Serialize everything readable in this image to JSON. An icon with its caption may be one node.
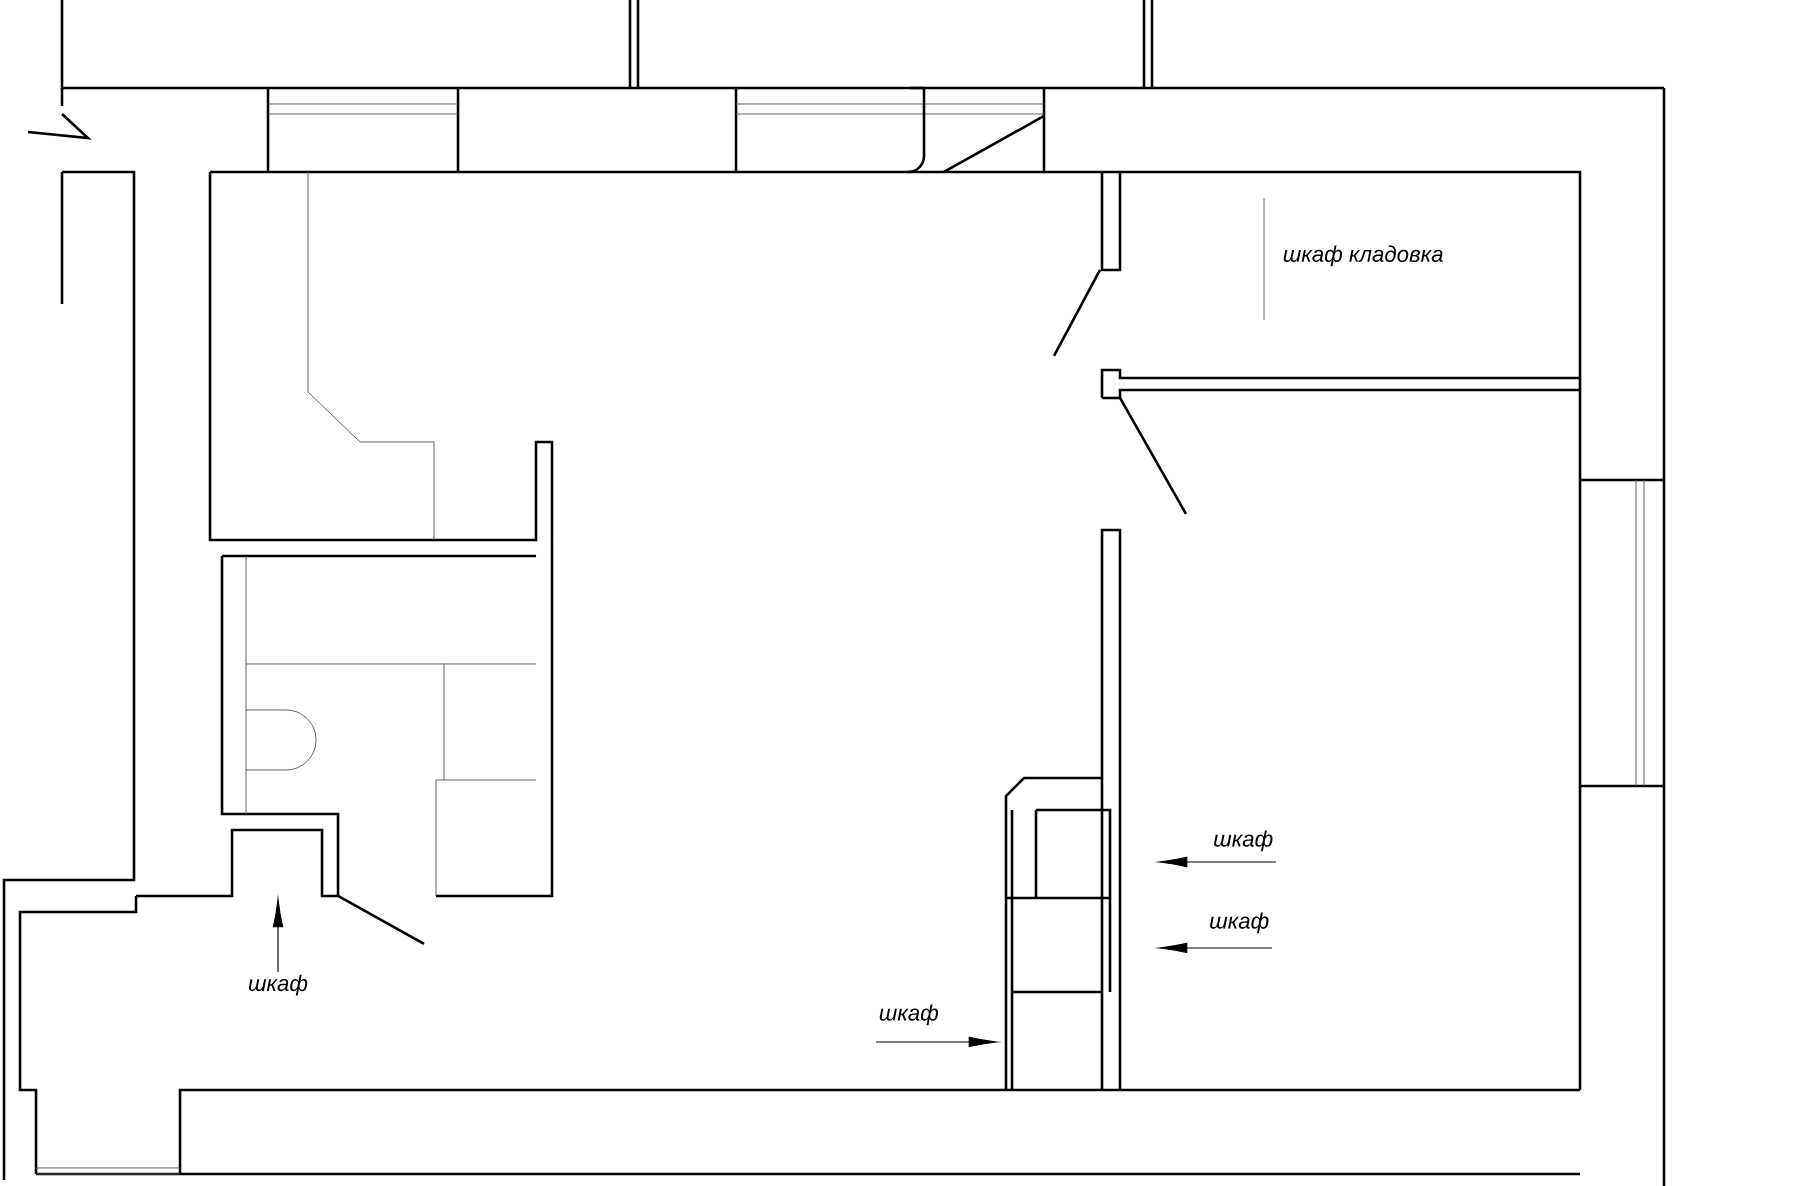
{
  "diagram": {
    "nodes": [
      {
        "text": [
          "шкаф"
        ]
      },
      {
        "text": [
          "шкаф"
        ]
      },
      {
        "text": [
          "шкаф"
        ]
      },
      {
        "text": [
          "шкаф"
        ]
      }
    ],
    "edges": [
      {
        "from": 0,
        "to": null,
        "arrow": "to"
      },
      {
        "from": 1,
        "to": null,
        "arrow": "to"
      },
      {
        "from": 2,
        "to": null,
        "arrow": "to"
      },
      {
        "from": 3,
        "to": null,
        "arrow": "to"
      }
    ],
    "labels": [
      "шкаф кладовка"
    ]
  }
}
